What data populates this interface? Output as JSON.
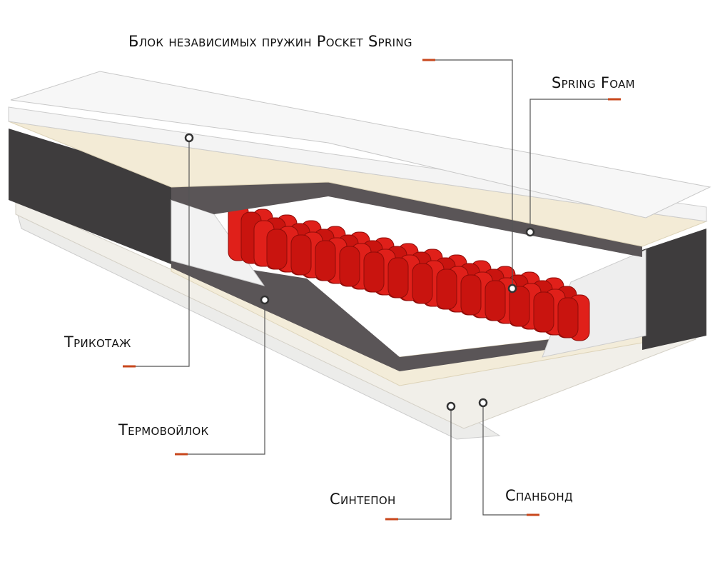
{
  "labels": {
    "pocket_spring": "Блок независимых пружин Pocket Spring",
    "spring_foam": "Spring Foam",
    "knit": "Трикотаж",
    "thermofelt": "Термовойлок",
    "sintepon": "Синтепон",
    "spunbond": "Спанбонд"
  },
  "colors": {
    "accent": "#c8471c",
    "leader": "#555555",
    "spring": "#e0201a",
    "felt": "#5a5557",
    "cover_side": "#3e3c3d"
  }
}
